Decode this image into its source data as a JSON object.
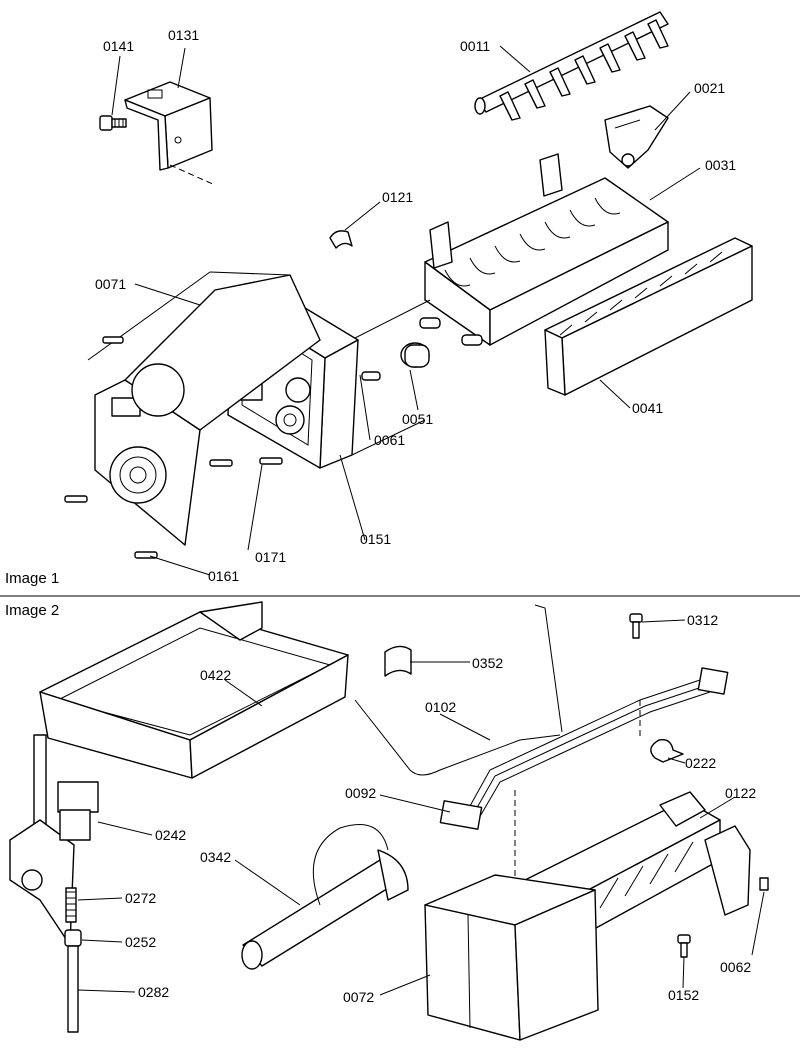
{
  "sections": [
    {
      "name": "Image 1"
    },
    {
      "name": "Image 2"
    }
  ],
  "callouts": {
    "p0011": "0011",
    "p0021": "0021",
    "p0031": "0031",
    "p0041": "0041",
    "p0051": "0051",
    "p0061": "0061",
    "p0071": "0071",
    "p0121": "0121",
    "p0131": "0131",
    "p0141": "0141",
    "p0151": "0151",
    "p0161": "0161",
    "p0171": "0171",
    "p0312": "0312",
    "p0352": "0352",
    "p0422": "0422",
    "p0102": "0102",
    "p0222": "0222",
    "p0092": "0092",
    "p0122": "0122",
    "p0242": "0242",
    "p0342": "0342",
    "p0272": "0272",
    "p0252": "0252",
    "p0062": "0062",
    "p0282": "0282",
    "p0152": "0152",
    "p0072": "0072"
  }
}
